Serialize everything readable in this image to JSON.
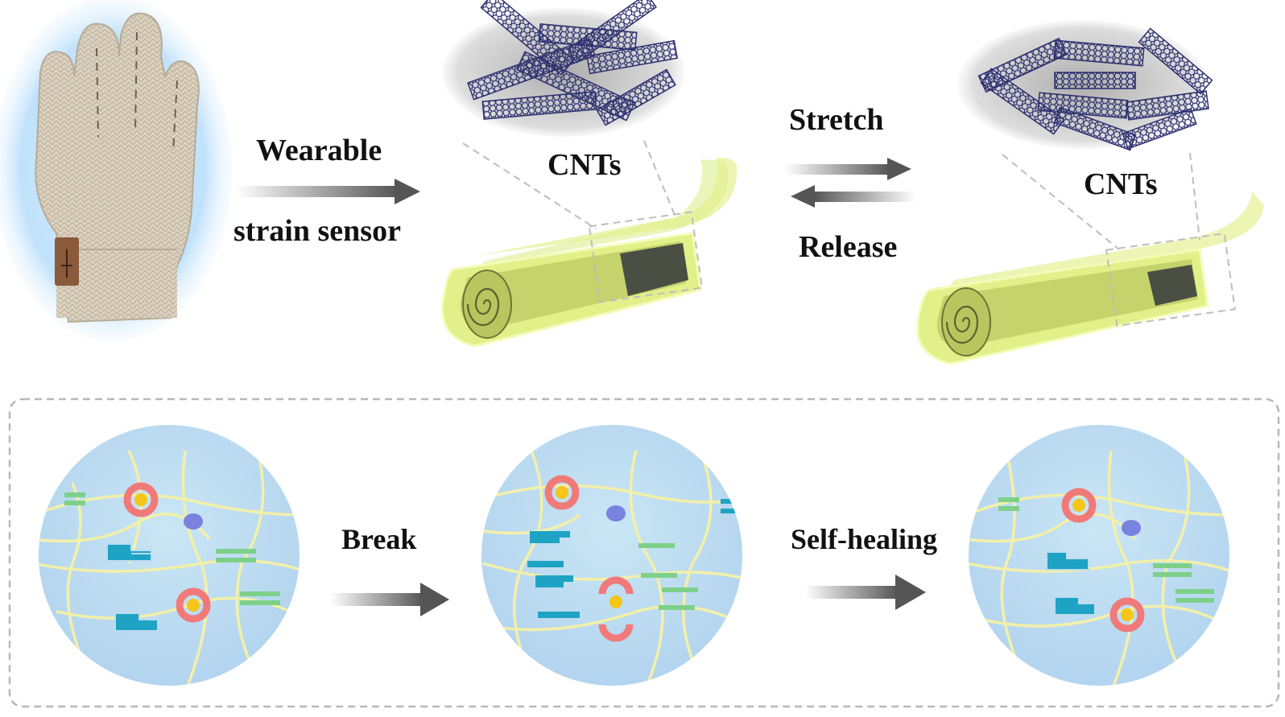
{
  "top": {
    "arrow_upper_label": "Wearable",
    "arrow_lower_label": "strain sensor",
    "cnt_left_label": "CNTs",
    "cnt_right_label": "CNTs",
    "stretch_label": "Stretch",
    "release_label": "Release",
    "glove_icon": "knitted-glove-icon"
  },
  "bottom": {
    "break_label": "Break",
    "selfheal_label": "Self-healing"
  },
  "colors": {
    "tube_outer": "#e2f08a",
    "tube_inner": "#c4d36b",
    "core": "#4a4f44",
    "nanotube": "#2c2f6e",
    "circle_bg": "#bcdcef",
    "chain": "#f3f0a8",
    "green_bond": "#7dd08a",
    "blue_bond": "#1ea3c4",
    "ring": "#f07a7a",
    "dot": "#f5c518",
    "purple_dot": "#7a82df"
  }
}
